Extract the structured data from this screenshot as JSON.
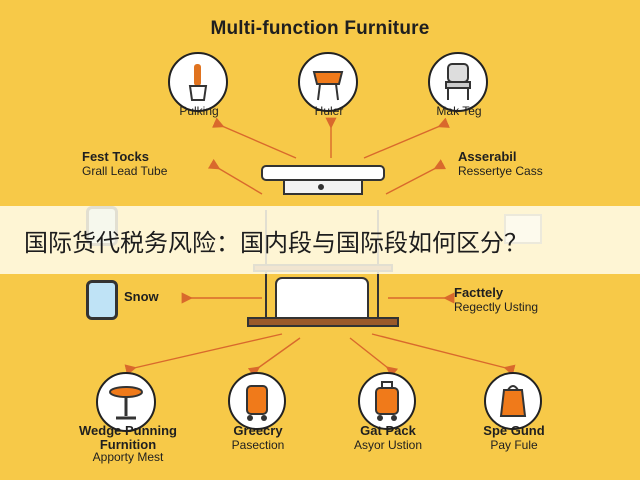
{
  "title": "Multi-function Furniture",
  "top_items": [
    {
      "label": "Pulking",
      "icon": "broom-icon"
    },
    {
      "label": "Huler",
      "icon": "stool-icon"
    },
    {
      "label": "Mak Teg",
      "icon": "chair-icon"
    }
  ],
  "left_notes": [
    {
      "heading": "Fest Tocks",
      "text": "Grall Lead Tube"
    },
    {
      "heading": "Snow",
      "text": ""
    }
  ],
  "right_notes": [
    {
      "heading": "Asserabil",
      "text": "Ressertye Cass"
    },
    {
      "heading": "Facttely",
      "text": "Regectly Usting"
    }
  ],
  "bottom_items": [
    {
      "label": "Wedge Punning Furnition",
      "sub": "Apporty Mest",
      "icon": "table-icon"
    },
    {
      "label": "Greecry",
      "sub": "Pasection",
      "icon": "cart-icon"
    },
    {
      "label": "Gat Pack",
      "sub": "Asyor Ustion",
      "icon": "suitcase-icon"
    },
    {
      "label": "Spe Gund",
      "sub": "Pay Fule",
      "icon": "bag-icon"
    }
  ],
  "banner_text": "国际货代税务风险：国内段与国际段如何区分？",
  "colors": {
    "background": "#f7c948",
    "accent": "#f07a1a",
    "arrow": "#d9692c"
  }
}
